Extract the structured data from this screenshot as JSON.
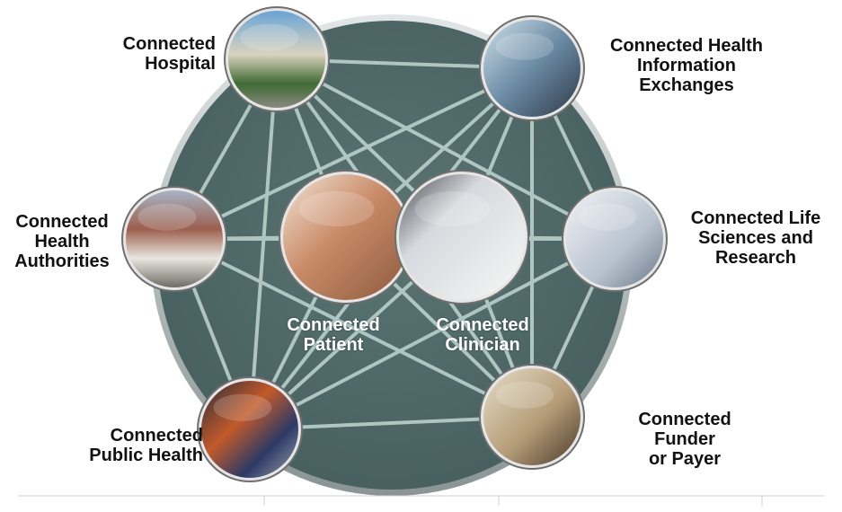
{
  "diagram": {
    "nodes": {
      "hospital": "Connected\nHospital",
      "hie": "Connected Health\nInformation\nExchanges",
      "life_sciences": "Connected Life\nSciences and\nResearch",
      "funder": "Connected\nFunder\nor Payer",
      "public_health": "Connected\nPublic Health",
      "authorities": "Connected\nHealth\nAuthorities",
      "patient": "Connected\nPatient",
      "clinician": "Connected\nClinician"
    },
    "colors": {
      "disc": "#4f6767",
      "disc_rim": "#c9cfcf",
      "links": "#b9d0cc",
      "node_ring": "#6f6f6f"
    }
  }
}
